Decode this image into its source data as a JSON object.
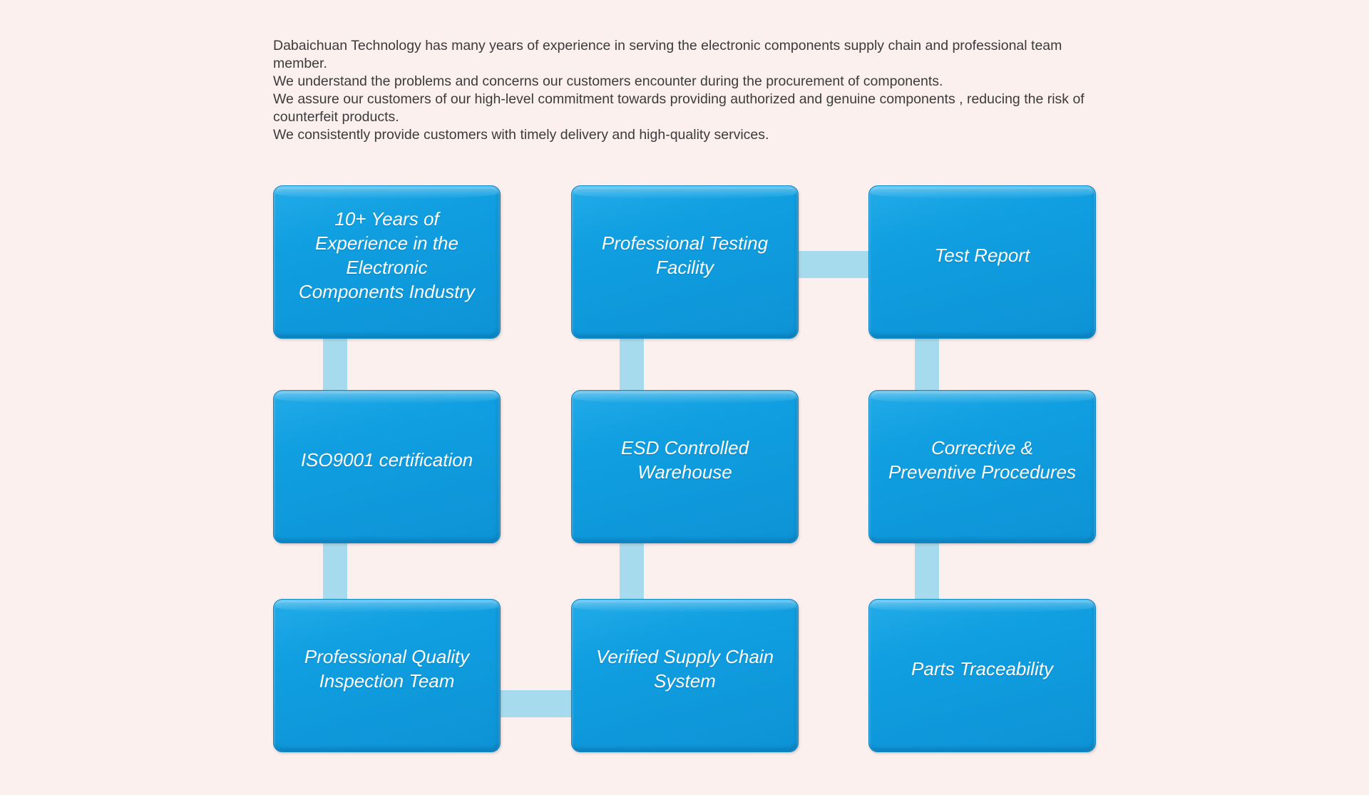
{
  "page": {
    "background_color": "#FCF0EE",
    "box_fill_color": "#0F9EE0",
    "box_border_color": "#0A86C5",
    "connector_color": "#A6DBEE",
    "box_text_color": "#FFFFFF",
    "paragraph_text_color": "#3B3B3B"
  },
  "intro": {
    "paragraphs": [
      "Dabaichuan Technology has many years of experience in serving the electronic components supply chain and professional team member.",
      "We understand the problems and concerns our customers encounter during the procurement of components.",
      "We assure our customers of our high-level commitment towards providing authorized and genuine components , reducing the risk of counterfeit products.",
      "We consistently provide customers with timely delivery and high-quality services."
    ]
  },
  "diagram": {
    "boxes": [
      {
        "id": "experience",
        "label": "10+ Years of Experience in the Electronic Components Industry"
      },
      {
        "id": "testing-facility",
        "label": "Professional Testing Facility"
      },
      {
        "id": "test-report",
        "label": "Test Report"
      },
      {
        "id": "iso9001",
        "label": "ISO9001 certification"
      },
      {
        "id": "esd-warehouse",
        "label": "ESD Controlled Warehouse"
      },
      {
        "id": "corrective-preventive",
        "label": "Corrective & Preventive Procedures"
      },
      {
        "id": "quality-inspection-team",
        "label": "Professional Quality Inspection Team"
      },
      {
        "id": "verified-supply-chain",
        "label": "Verified Supply Chain System"
      },
      {
        "id": "parts-traceability",
        "label": "Parts Traceability"
      }
    ],
    "connections": [
      {
        "from": "experience",
        "to": "iso9001",
        "type": "vertical"
      },
      {
        "from": "iso9001",
        "to": "quality-inspection-team",
        "type": "vertical"
      },
      {
        "from": "testing-facility",
        "to": "test-report",
        "type": "horizontal"
      },
      {
        "from": "testing-facility",
        "to": "esd-warehouse",
        "type": "vertical"
      },
      {
        "from": "esd-warehouse",
        "to": "verified-supply-chain",
        "type": "vertical"
      },
      {
        "from": "test-report",
        "to": "corrective-preventive",
        "type": "vertical"
      },
      {
        "from": "corrective-preventive",
        "to": "parts-traceability",
        "type": "vertical"
      },
      {
        "from": "quality-inspection-team",
        "to": "verified-supply-chain",
        "type": "horizontal"
      }
    ]
  }
}
